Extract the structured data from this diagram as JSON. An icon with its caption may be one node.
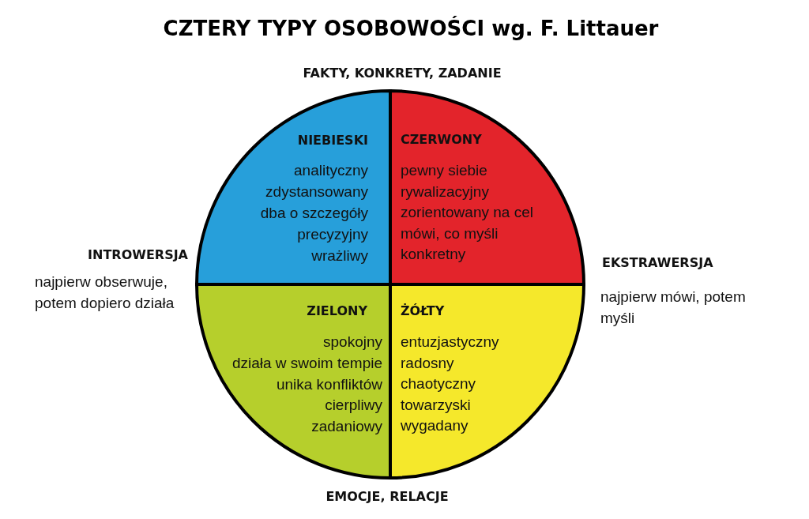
{
  "diagram": {
    "title": "CZTERY TYPY OSOBOWOŚCI wg. F. Littauer",
    "nodes": [
      {
        "text": [
          "NIEBIESKI",
          "analityczny",
          "zdystansowany",
          "dba o szczegóły",
          "precyzyjny",
          "wrażliwy"
        ]
      },
      {
        "text": [
          "CZERWONY",
          "pewny siebie",
          "rywalizacyjny",
          "zorientowany na cel",
          "mówi, co myśli",
          "konkretny"
        ]
      },
      {
        "text": [
          "ZIELONY",
          "spokojny",
          "działa w swoim tempie",
          "unika konfliktów",
          "cierpliwy",
          "zadaniowy"
        ]
      },
      {
        "text": [
          "ŻÓŁTY",
          "entuzjastyczny",
          "radosny",
          "chaotyczny",
          "towarzyski",
          "wygadany"
        ]
      }
    ],
    "labels": [
      "FAKTY, KONKRETY, ZADANIE",
      "INTROWERSJA",
      "najpierw obserwuje, potem dopiero działa",
      "EKSTRAWERSJA",
      "najpierw mówi, potem myśli",
      "EMOCJE, RELACJE"
    ]
  }
}
